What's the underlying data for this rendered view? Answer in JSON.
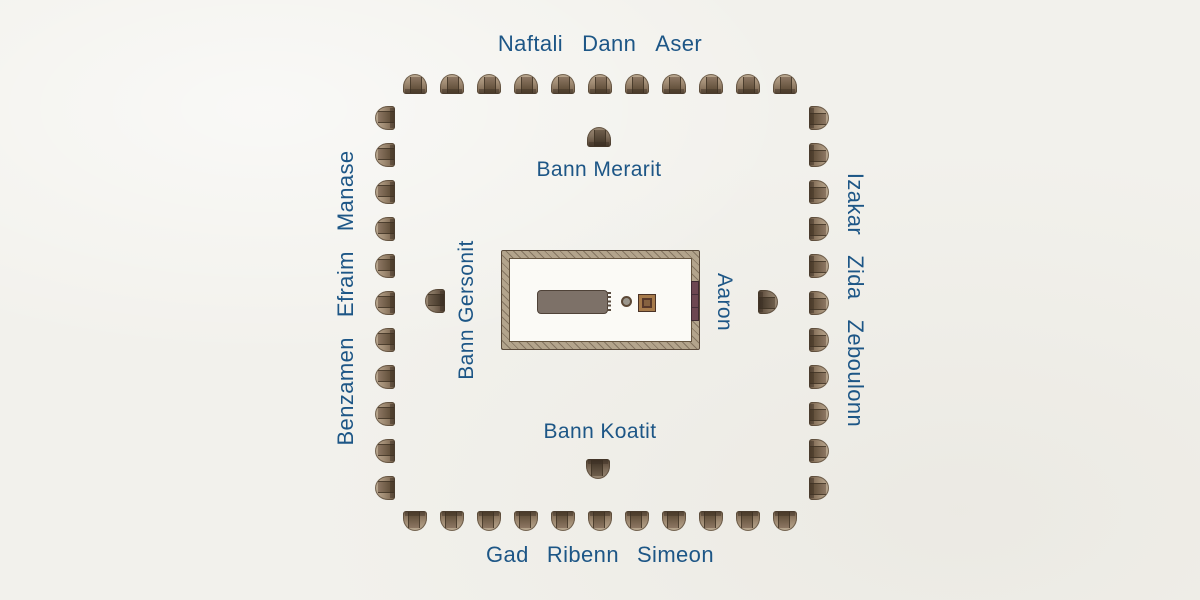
{
  "colors": {
    "background": "#f2f1ec",
    "label_text": "#1d5686",
    "tent_light": "#a18c74",
    "tent_dark": "#81705d",
    "courtyard_wall": "#b3a48c",
    "gate_maroon": "#6d4752"
  },
  "outer_camps": {
    "north": {
      "tribes": [
        "Naftali",
        "Dann",
        "Aser"
      ],
      "tent_count": 11
    },
    "east": {
      "tribes": [
        "Izakar",
        "Zida",
        "Zeboulonn"
      ],
      "tent_count": 11
    },
    "south": {
      "tribes": [
        "Gad",
        "Ribenn",
        "Simeon"
      ],
      "tent_count": 11
    },
    "west": {
      "tribes": [
        "Benzamen",
        "Efraim",
        "Manase"
      ],
      "tent_count": 11
    }
  },
  "levite_camps": {
    "north": {
      "label": "Bann Merarit"
    },
    "east": {
      "label": "Aaron"
    },
    "south": {
      "label": "Bann Koatit"
    },
    "west": {
      "label": "Bann Gersonit"
    }
  },
  "tabernacle": {
    "icons": [
      "courtyard-wall",
      "east-gate",
      "mishkan-tent",
      "laver",
      "altar"
    ]
  }
}
